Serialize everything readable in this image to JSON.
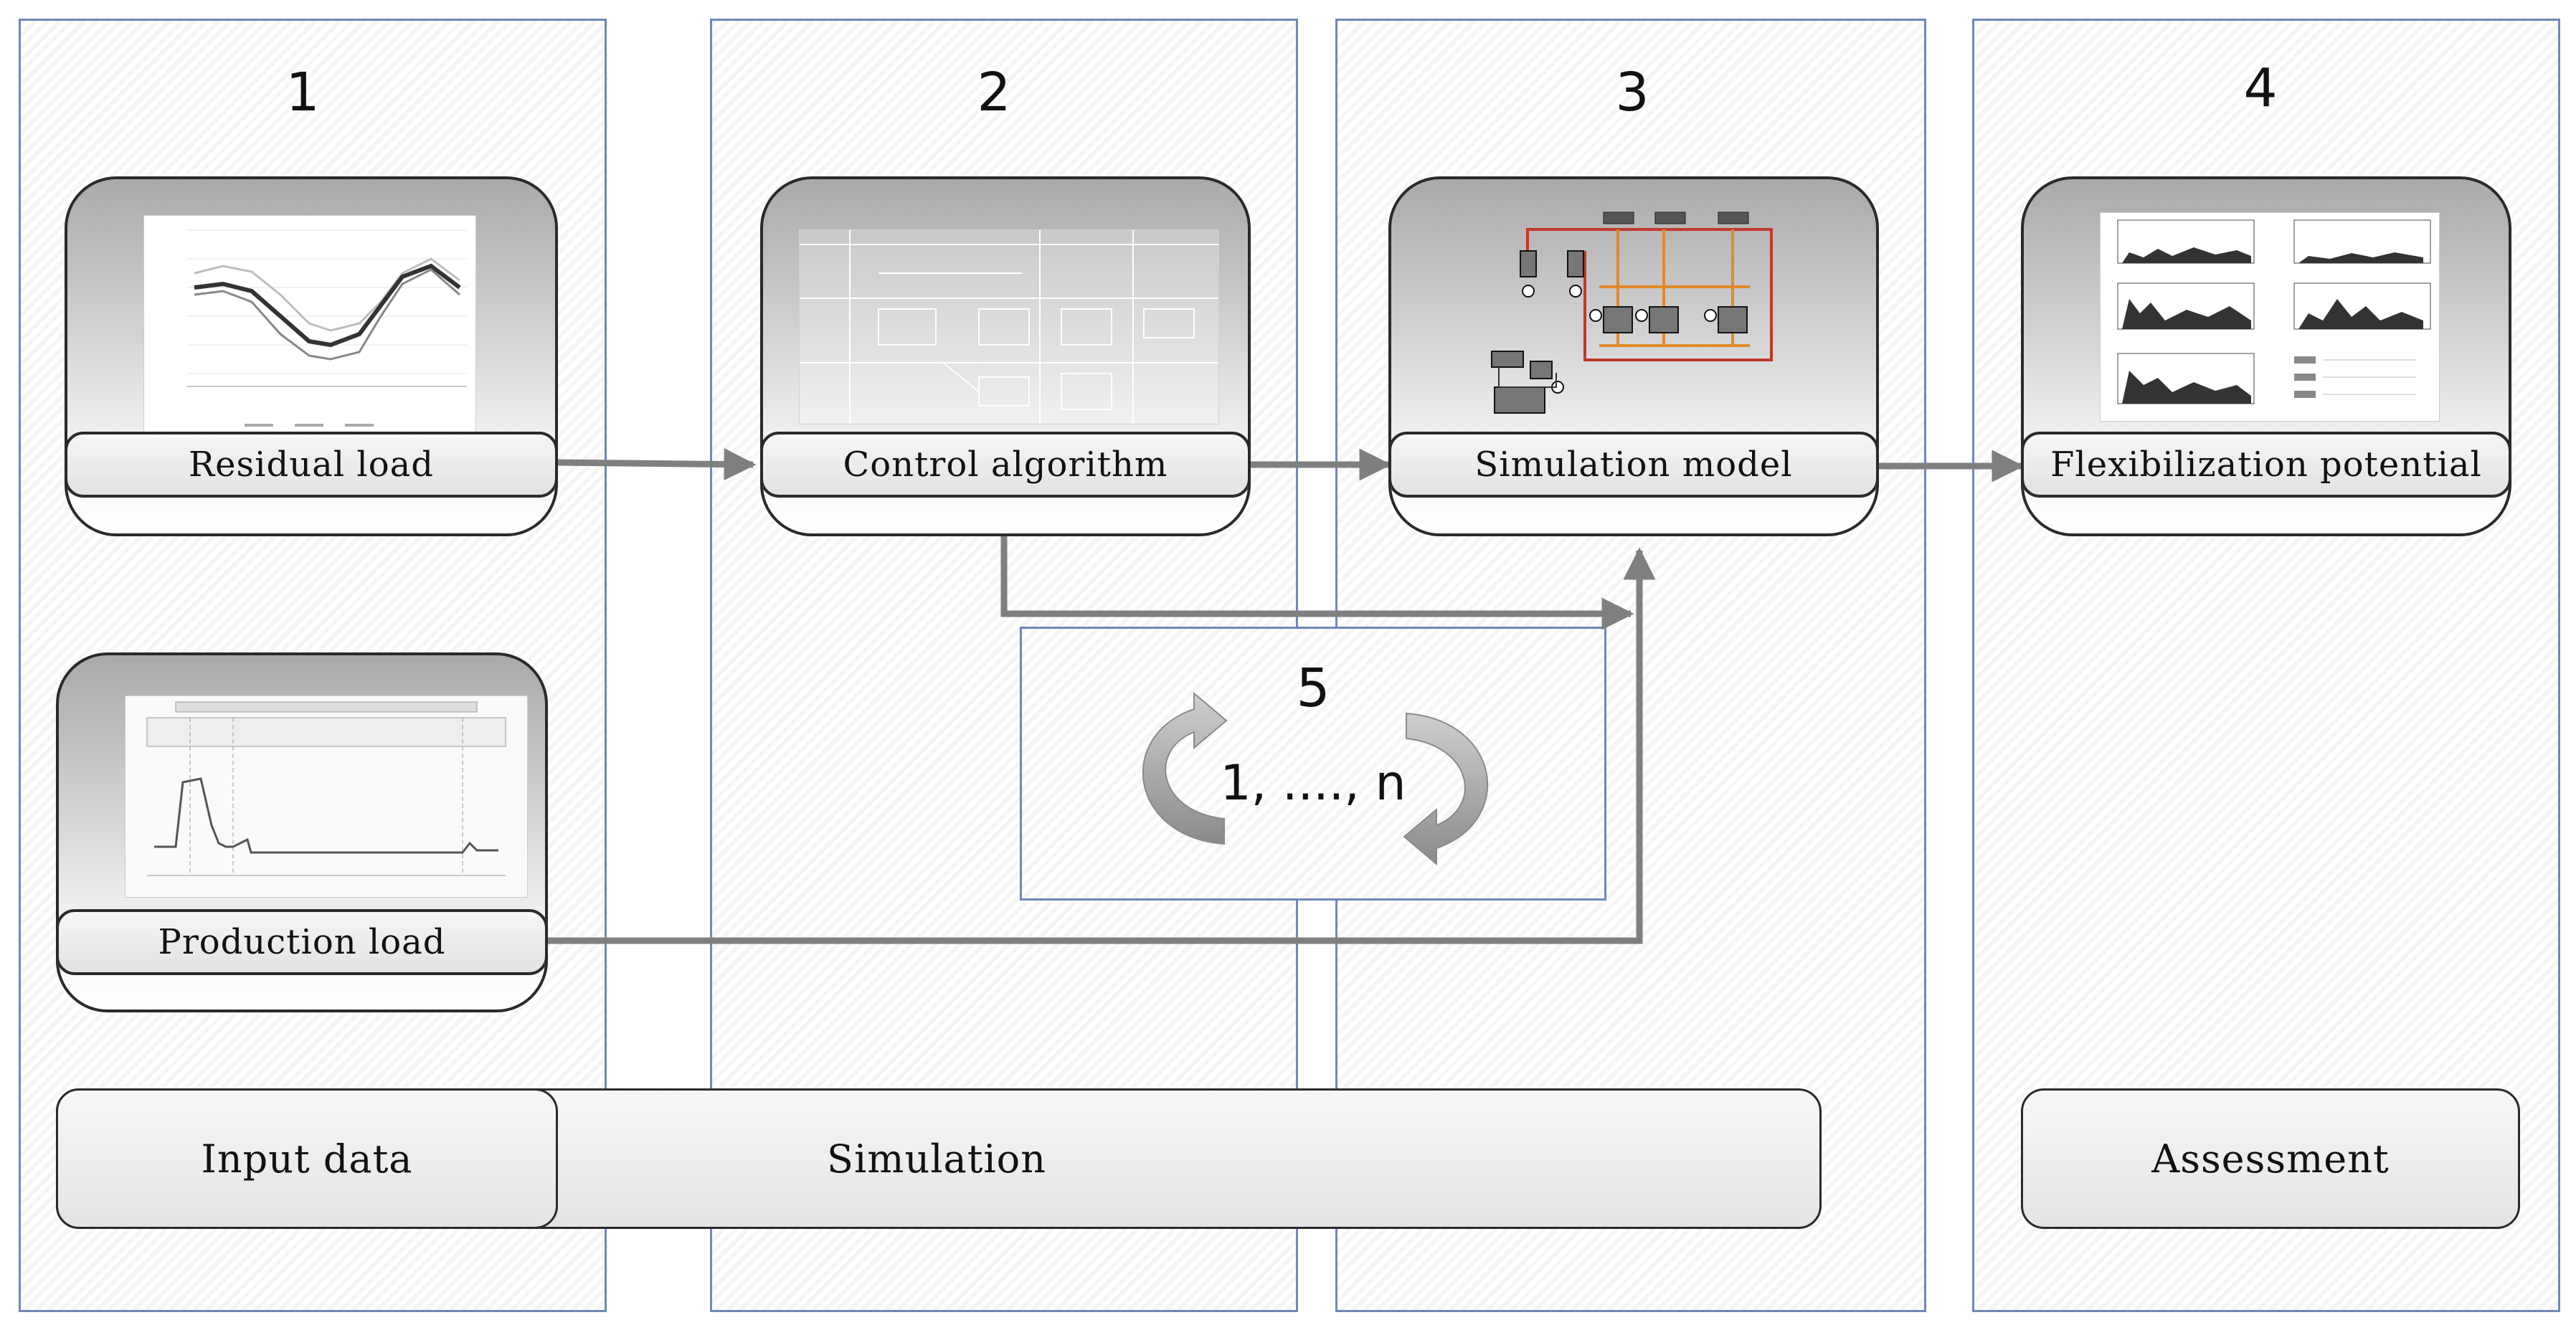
{
  "panels": {
    "p1": {
      "number": "1"
    },
    "p2": {
      "number": "2"
    },
    "p3": {
      "number": "3"
    },
    "p4": {
      "number": "4"
    }
  },
  "cards": {
    "residual_load": {
      "label": "Residual load"
    },
    "control_algorithm": {
      "label": "Control algorithm"
    },
    "simulation_model": {
      "label": "Simulation model"
    },
    "flexibilization_potential": {
      "label": "Flexibilization potential"
    },
    "production_load": {
      "label": "Production load"
    }
  },
  "loop": {
    "number": "5",
    "text": "1, ...., n"
  },
  "bars": {
    "input_data": "Input data",
    "simulation": "Simulation",
    "assessment": "Assessment"
  },
  "colors": {
    "panel_border": "#6f88b8",
    "arrow": "#7f7f7f",
    "pipe_red": "#c0392b",
    "pipe_orange": "#e08a2a"
  }
}
